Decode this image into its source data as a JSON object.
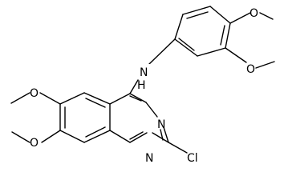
{
  "structure": {
    "atoms": {
      "nh": "N",
      "h": "H",
      "n3": "N",
      "n1": "N",
      "cl": "Cl",
      "o_top": "O",
      "o_right": "O",
      "o_upper_left": "O",
      "o_lower_left": "O"
    }
  },
  "colors": {
    "bond": "#000000",
    "text": "#000000",
    "background": "#ffffff"
  }
}
